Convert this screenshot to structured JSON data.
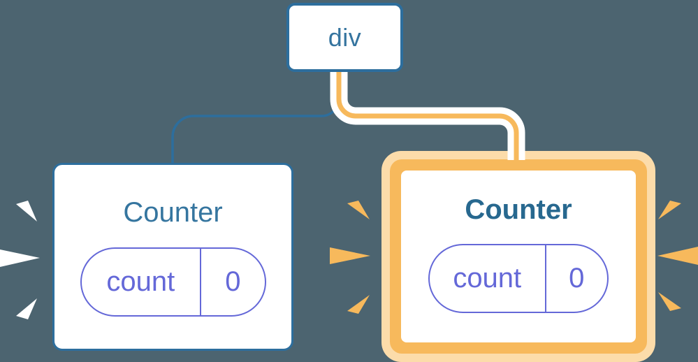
{
  "diagram": {
    "root_node": {
      "label": "div"
    },
    "left_counter": {
      "title": "Counter",
      "state": {
        "key": "count",
        "value": "0"
      }
    },
    "right_counter": {
      "title": "Counter",
      "state": {
        "key": "count",
        "value": "0"
      }
    },
    "icons": {
      "left_sparks": "spark-icon-white",
      "right_sparks": "spark-icon-orange"
    }
  },
  "colors": {
    "bg": "#4c6470",
    "blue": "#2d6e9d",
    "blue-text": "#35749f",
    "title-left": "#35759f",
    "title-right": "#27688f",
    "indigo": "#6468d8",
    "orange": "#f7b95c",
    "light-yellow": "#fcdcaa",
    "white": "#ffffff"
  }
}
